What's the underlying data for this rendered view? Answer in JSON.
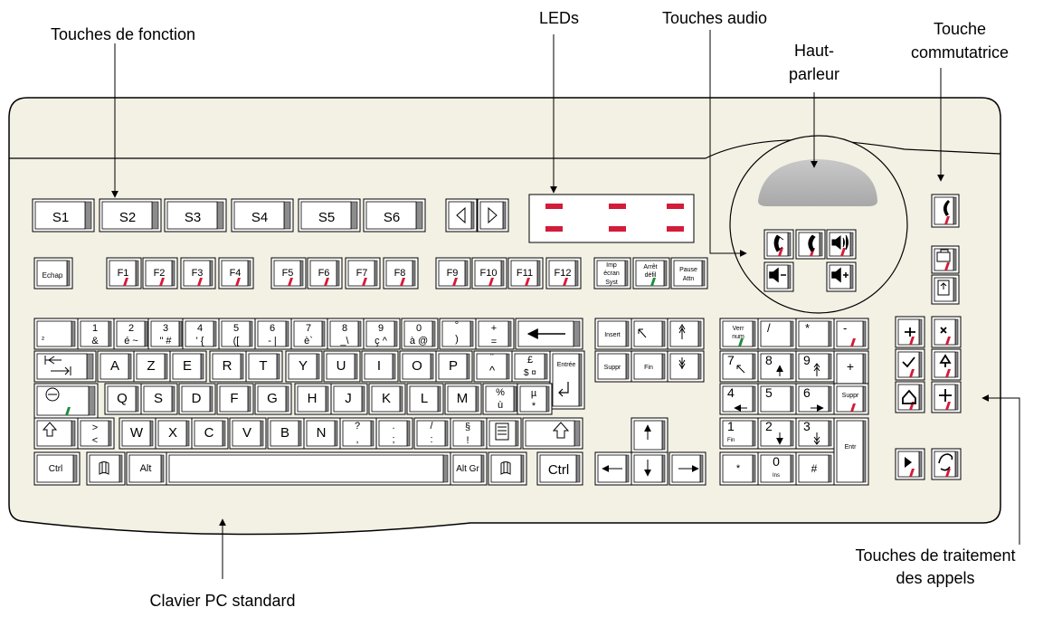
{
  "callouts": {
    "function_keys": "Touches de fonction",
    "leds": "LEDs",
    "audio_keys": "Touches audio",
    "speaker_line1": "Haut-",
    "speaker_line2": "parleur",
    "switch_line1": "Touche",
    "switch_line2": "commutatrice",
    "call_line1": "Touches de traitement",
    "call_line2": "des appels",
    "pc_keyboard": "Clavier PC standard"
  },
  "keys": {
    "s1": "S1",
    "s2": "S2",
    "s3": "S3",
    "s4": "S4",
    "s5": "S5",
    "s6": "S6",
    "echap": "Echap",
    "f1": "F1",
    "f2": "F2",
    "f3": "F3",
    "f4": "F4",
    "f5": "F5",
    "f6": "F6",
    "f7": "F7",
    "f8": "F8",
    "f9": "F9",
    "f10": "F10",
    "f11": "F11",
    "f12": "F12",
    "imp1": "Imp",
    "imp2": "écran",
    "imp3": "Syst",
    "arret1": "Arrêt",
    "arret2": "défil",
    "pause1": "Pause",
    "pause2": "Attn",
    "sq": "²",
    "n1a": "1",
    "n1b": "&",
    "n2a": "2",
    "n2b": "é ~",
    "n3a": "3",
    "n3b": "\" #",
    "n4a": "4",
    "n4b": "' {",
    "n5a": "5",
    "n5b": "([",
    "n6a": "6",
    "n6b": "- |",
    "n7a": "7",
    "n7b": "è`",
    "n8a": "8",
    "n8b": "_\\",
    "n9a": "9",
    "n9b": "ç ^",
    "n0a": "0",
    "n0b": "à @",
    "deg1": "°",
    "deg2": ")",
    "plus1": "+",
    "plus2": "=",
    "a": "A",
    "z": "Z",
    "e": "E",
    "r": "R",
    "t": "T",
    "y": "Y",
    "u": "U",
    "i": "I",
    "o": "O",
    "p": "P",
    "uml1": "¨",
    "uml2": "^",
    "pound1": "£",
    "pound2": "$ ¤",
    "entree": "Entrée",
    "q": "Q",
    "s": "S",
    "d": "D",
    "f": "F",
    "g": "G",
    "h": "H",
    "j": "J",
    "k": "K",
    "l": "L",
    "m": "M",
    "pct1": "%",
    "pct2": "ù",
    "mu1": "µ",
    "mu2": "*",
    "gt1": ">",
    "gt2": "<",
    "w": "W",
    "x": "X",
    "c": "C",
    "v": "V",
    "b": "B",
    "n": "N",
    "q1": "?",
    "q2": ",",
    "dot1": ".",
    "dot2": ";",
    "sl1": "/",
    "sl2": ":",
    "sec1": "§",
    "sec2": "!",
    "ctrl": "Ctrl",
    "alt": "Alt",
    "altgr": "Alt Gr",
    "insert": "Insert",
    "suppr": "Suppr",
    "fin": "Fin",
    "verr1": "Verr",
    "verr2": "num",
    "kslash": "/",
    "kstar": "*",
    "kminus": "-",
    "kplus": "+",
    "k7": "7",
    "k8": "8",
    "k9": "9",
    "k4": "4",
    "k5": "5",
    "k6": "6",
    "k1": "1",
    "k2": "2",
    "k3": "3",
    "k0": "0",
    "fin_small": "Fin",
    "ins_small": "Ins",
    "ksuppr": "Suppr",
    "entr": "Entr",
    "kstar2": "*",
    "khash": "#"
  }
}
